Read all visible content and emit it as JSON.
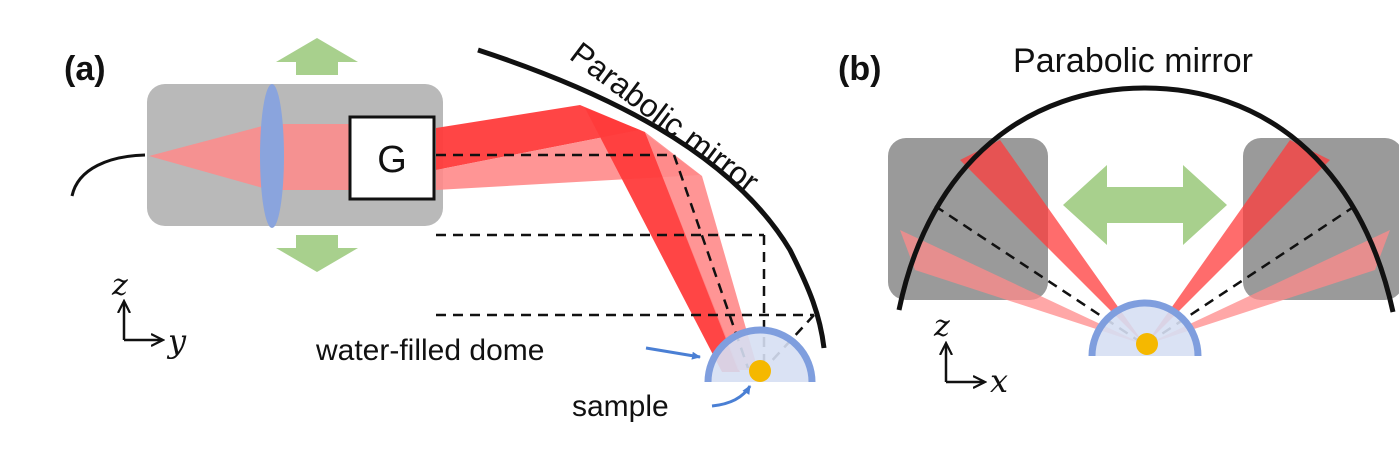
{
  "panel_a": {
    "label": "(a)",
    "mirror_label": "Parabolic mirror",
    "galvo_label": "G",
    "dome_label": "water-filled dome",
    "sample_label": "sample",
    "axis_vertical": "z",
    "axis_horizontal": "y"
  },
  "panel_b": {
    "label": "(b)",
    "mirror_label": "Parabolic mirror",
    "axis_vertical": "z",
    "axis_horizontal": "x"
  },
  "colors": {
    "beam": "#ff3b3b",
    "beam_light": "#ff8a8a",
    "housing": "#b9b9b9",
    "lens": "#8aa4dd",
    "arrow_green": "#a8d08d",
    "dome": "#7f9ede",
    "dome_fill": "#d6dff3",
    "sample": "#f5b800",
    "pointer": "#4a7fd4"
  }
}
